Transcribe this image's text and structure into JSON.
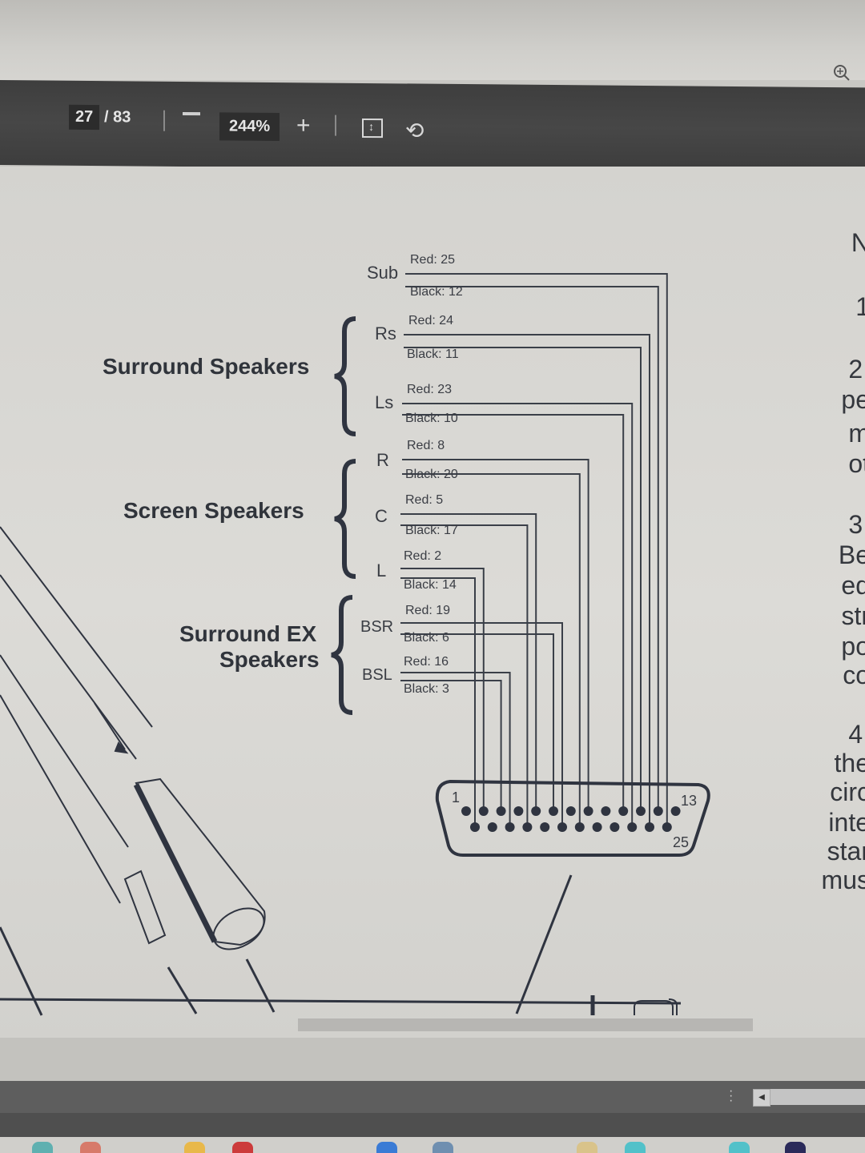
{
  "toolbar": {
    "current_page": "27",
    "page_total": "/ 83",
    "zoom_level": "244%",
    "zoom_out_icon": "minus-icon",
    "zoom_in_label": "+",
    "fit_icon": "fit-page-icon",
    "rotate_icon": "rotate-icon",
    "search_icon": "zoom-search-icon"
  },
  "diagram": {
    "groups": [
      {
        "label": "Surround Speakers"
      },
      {
        "label": "Screen Speakers"
      },
      {
        "label_line1": "Surround EX",
        "label_line2": "Speakers"
      }
    ],
    "channels": [
      {
        "name": "Sub",
        "red": "Red: 25",
        "black": "Black: 12",
        "red_pin": 25,
        "black_pin": 12
      },
      {
        "name": "Rs",
        "red": "Red: 24",
        "black": "Black: 11",
        "red_pin": 24,
        "black_pin": 11
      },
      {
        "name": "Ls",
        "red": "Red: 23",
        "black": "Black: 10",
        "red_pin": 23,
        "black_pin": 10
      },
      {
        "name": "R",
        "red": "Red: 8",
        "black": "Black: 20",
        "red_pin": 8,
        "black_pin": 20
      },
      {
        "name": "C",
        "red": "Red: 5",
        "black": "Black: 17",
        "red_pin": 5,
        "black_pin": 17
      },
      {
        "name": "L",
        "red": "Red: 2",
        "black": "Black: 14",
        "red_pin": 2,
        "black_pin": 14
      },
      {
        "name": "BSR",
        "red": "Red: 19",
        "black": "Black: 6",
        "red_pin": 19,
        "black_pin": 6
      },
      {
        "name": "BSL",
        "red": "Red: 16",
        "black": "Black: 3",
        "red_pin": 16,
        "black_pin": 3
      }
    ],
    "connector": {
      "pin_first": "1",
      "pin_top_last": "13",
      "pin_bottom_last": "25"
    }
  },
  "side_text": {
    "lines": [
      "N",
      "1",
      "2.",
      "pe",
      "m",
      "ot",
      "3.",
      "Be",
      "eq",
      "str",
      "po",
      "co",
      "4.",
      "the",
      "circ",
      "inte",
      "star",
      "mus"
    ]
  },
  "colors": {
    "toolbar_bg": "#434343",
    "page_bg": "#d8d7d3",
    "line": "#3a3f48"
  }
}
